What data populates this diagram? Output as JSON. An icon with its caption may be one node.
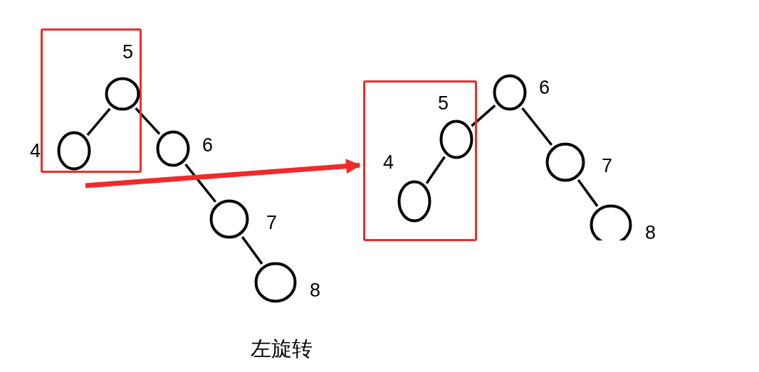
{
  "diagram": {
    "caption": "左旋转",
    "nodes": [
      {
        "text": [],
        "shape": "box"
      },
      {
        "text": [],
        "shape": "circle",
        "beside": [
          "5"
        ],
        "in": 0
      },
      {
        "text": [],
        "shape": "circle",
        "beside": [
          "4"
        ],
        "in": 0
      },
      {
        "text": [],
        "shape": "circle",
        "beside": [
          "6"
        ]
      },
      {
        "text": [],
        "shape": "circle",
        "beside": [
          "7"
        ]
      },
      {
        "text": [],
        "shape": "circle",
        "beside": [
          "8"
        ]
      },
      {
        "text": [],
        "shape": "box"
      },
      {
        "text": [],
        "shape": "circle",
        "beside": [
          "6"
        ]
      },
      {
        "text": [],
        "shape": "circle",
        "beside": [
          "5"
        ],
        "in": 6
      },
      {
        "text": [],
        "shape": "circle",
        "beside": [
          "4"
        ],
        "in": 6
      },
      {
        "text": [],
        "shape": "circle",
        "beside": [
          "7"
        ]
      },
      {
        "text": [],
        "shape": "circle",
        "beside": [
          "8"
        ]
      }
    ],
    "edges": [
      {
        "from": 1,
        "to": 2,
        "arrow": "none"
      },
      {
        "from": 1,
        "to": 3,
        "arrow": "none"
      },
      {
        "from": 3,
        "to": 4,
        "arrow": "none"
      },
      {
        "from": 4,
        "to": 5,
        "arrow": "none"
      },
      {
        "from": 7,
        "to": 8,
        "arrow": "none"
      },
      {
        "from": 8,
        "to": 9,
        "arrow": "none"
      },
      {
        "from": 7,
        "to": 10,
        "arrow": "none"
      },
      {
        "from": 10,
        "to": 11,
        "arrow": "none"
      },
      {
        "from": null,
        "to": 6,
        "arrow": "to",
        "style": "thick",
        "color": "#f02a2a"
      }
    ]
  }
}
